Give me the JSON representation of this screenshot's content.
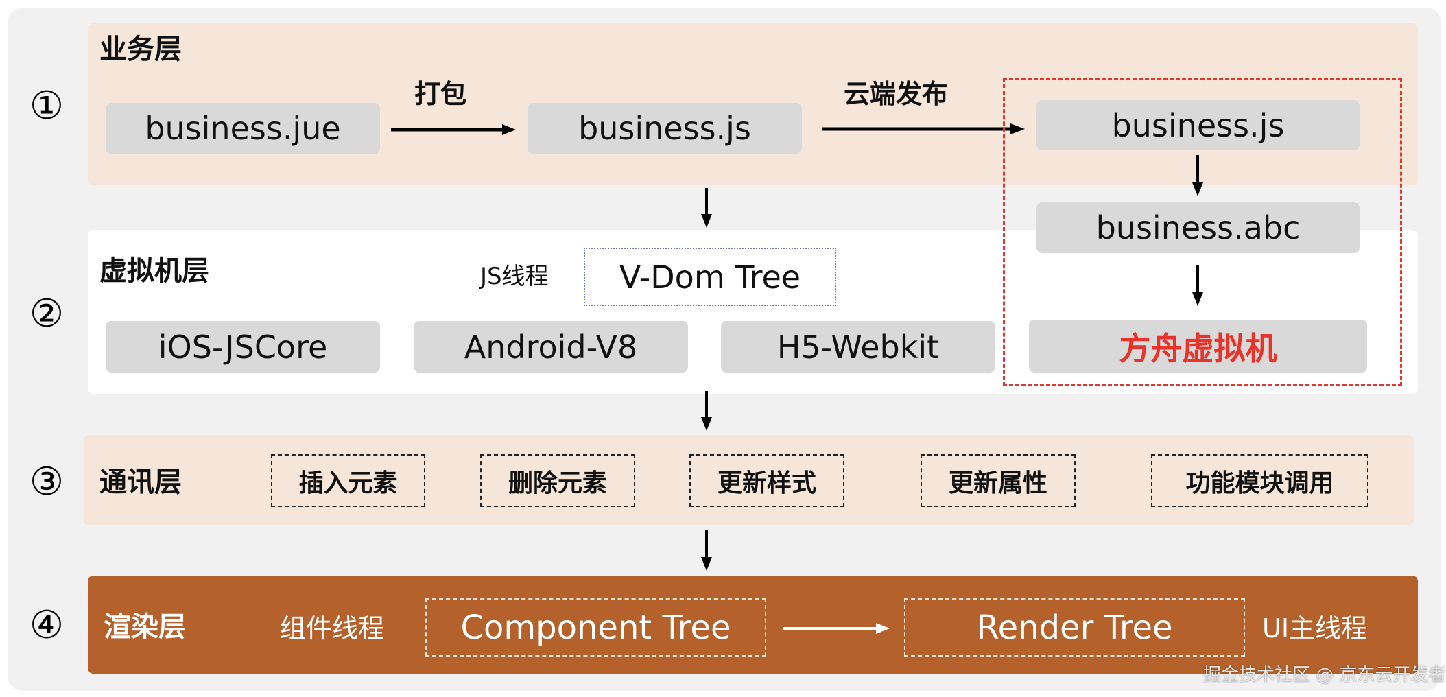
{
  "layers": [
    {
      "number": "①",
      "title": "业务层",
      "items": {
        "source": "business.jue",
        "pack_label": "打包",
        "bundle": "business.js",
        "publish_label": "云端发布",
        "cloud_bundle": "business.js",
        "compiled": "business.abc"
      }
    },
    {
      "number": "②",
      "title": "虚拟机层",
      "js_thread_label": "JS线程",
      "vdom": "V-Dom Tree",
      "engines": [
        "iOS-JSCore",
        "Android-V8",
        "H5-Webkit",
        "方舟虚拟机"
      ]
    },
    {
      "number": "③",
      "title": "通讯层",
      "operations": [
        "插入元素",
        "删除元素",
        "更新样式",
        "更新属性",
        "功能模块调用"
      ]
    },
    {
      "number": "④",
      "title": "渲染层",
      "component_thread_label": "组件线程",
      "component_tree": "Component Tree",
      "render_tree": "Render Tree",
      "ui_thread_label": "UI主线程"
    }
  ],
  "watermark": "掘金技术社区 @ 京东云开发者",
  "colors": {
    "layer_light": "#f6e6da",
    "render_layer": "#b5612b",
    "highlight_red": "#e8322a",
    "box_gray": "#d9d9d9"
  }
}
